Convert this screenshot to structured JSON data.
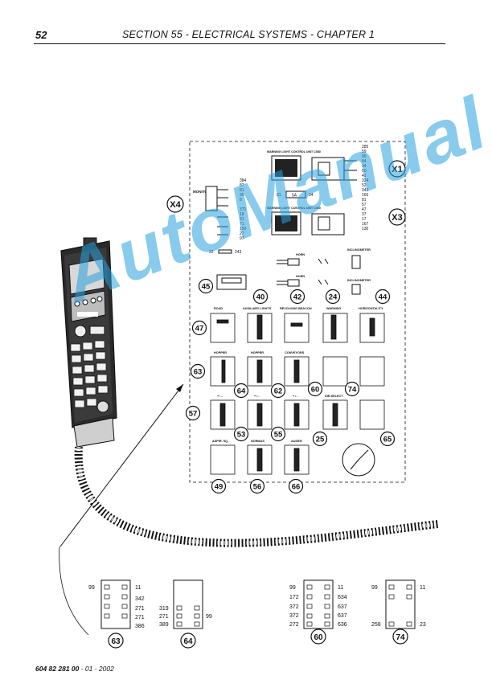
{
  "header": {
    "page_number": "52",
    "section_title": "SECTION 55 - ELECTRICAL SYSTEMS - CHAPTER 1"
  },
  "footer": {
    "doc_code": "604 82 281 00",
    "edition": " - 01 - 2002"
  },
  "watermark": "AutoManual",
  "panel": {
    "warning_unit_1": "WARNING LIGHT CONTROL UNIT C080",
    "warning_unit_2": "WARNING LIGHT CONTROL UNIT C080",
    "monitor": "MONITOR",
    "fuse_5a": "5A",
    "fuse_5a_left": "81",
    "fuse_5a_right": "34",
    "wire_22": "22",
    "wire_243": "243",
    "horn_1": "HORN",
    "horn_2": "HORN",
    "inclinometer_1": "INCLINOMETER",
    "inclinometer_2": "INCLINOMETER",
    "road": "ROAD",
    "aux_lights": "AUXILIARY LIGHTS",
    "revolving_beacon": "REVOLVING BEACON",
    "warning": "WARNING",
    "horizontality": "HORIZONTALITY",
    "hopper_1": "HOPPER",
    "hopper_2": "HOPPER",
    "conveyors": "CONVEYORS",
    "plusminus_1": "+ / -",
    "plusminus_2": "+ / -",
    "plusminus_3": "+ / -",
    "dir_select": "DIR.SELECT",
    "norms": "NORMAS",
    "auger": "AUGER",
    "aspir": "ASPIR. SQ.",
    "x1_wires": [
      "285",
      "59",
      "99",
      "84",
      "34",
      "50",
      "41",
      "324",
      "52",
      "342",
      "160",
      "81"
    ],
    "x3_wires": [
      "57",
      "47",
      "37",
      "17",
      "167",
      "130"
    ],
    "x4_wires": [
      "384",
      "87",
      "81",
      "99",
      "8",
      "371",
      "18",
      "31",
      "71",
      "150",
      "27",
      "97"
    ]
  },
  "connectors": {
    "x1": "X1",
    "x3": "X3",
    "x4": "X4"
  },
  "callouts": [
    "45",
    "40",
    "42",
    "24",
    "44",
    "47",
    "63",
    "64",
    "62",
    "60",
    "74",
    "57",
    "53",
    "55",
    "25",
    "65",
    "49",
    "56",
    "66"
  ],
  "details": {
    "d63": {
      "number": "63",
      "left": [
        "99"
      ],
      "right": [
        "11",
        "342",
        "271",
        "271",
        "386"
      ]
    },
    "d64": {
      "number": "64",
      "left": [
        "319",
        "271",
        "389"
      ],
      "right": [
        "99"
      ]
    },
    "d60": {
      "number": "60",
      "left": [
        "99",
        "172",
        "372",
        "372",
        "272"
      ],
      "right": [
        "11",
        "634",
        "637",
        "637",
        "636"
      ]
    },
    "d74": {
      "number": "74",
      "left": [
        "99",
        "258"
      ],
      "right": [
        "11",
        "23"
      ]
    }
  },
  "colors": {
    "ink": "#111111",
    "watermark": "#28a0dc"
  }
}
